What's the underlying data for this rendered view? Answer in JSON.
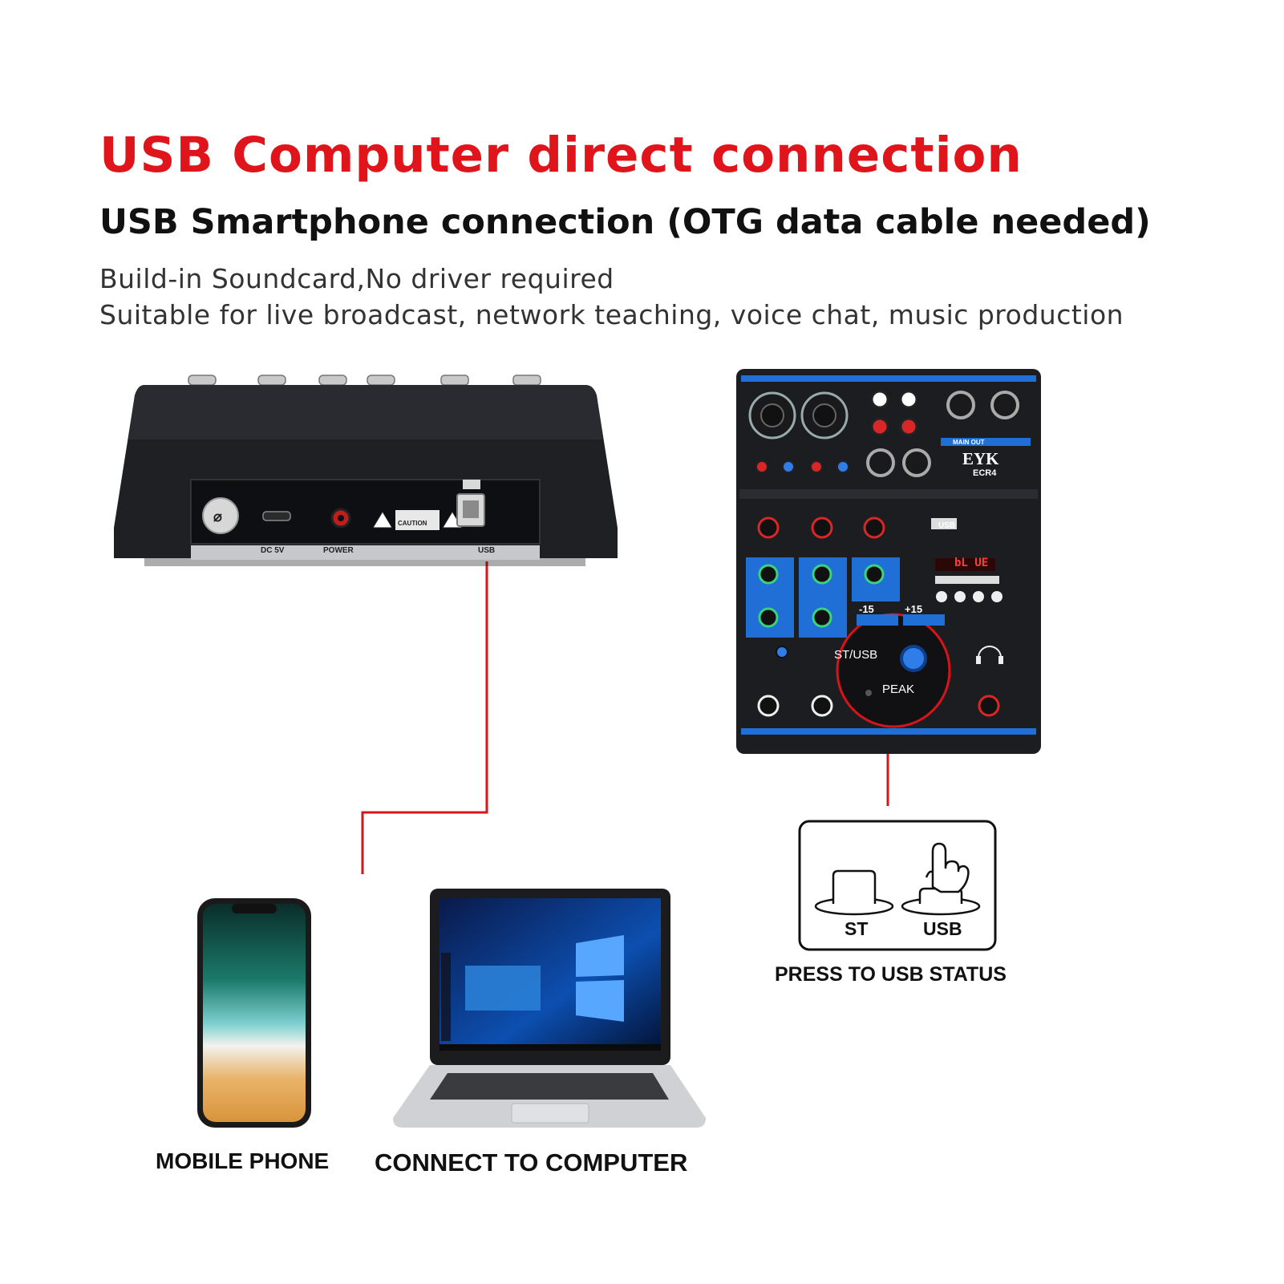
{
  "colors": {
    "accent": "#e0141b",
    "text": "#111111",
    "mixer_blue": "#1f6fd6",
    "device_black": "#1c1d20"
  },
  "header": {
    "title": "USB Computer direct connection",
    "subtitle": "USB Smartphone connection (OTG data cable needed)",
    "lines": [
      "Build-in Soundcard,No driver required",
      "Suitable for live broadcast, network teaching, voice chat, music production"
    ]
  },
  "rear_panel": {
    "ports": {
      "dc": "DC 5V",
      "power": "POWER",
      "usb": "USB",
      "caution": "CAUTION"
    }
  },
  "mixer": {
    "brand": "EYK",
    "model": "ECR4",
    "main_out": "MAIN OUT",
    "usb_label": "USB",
    "display": "bL UE",
    "zoom": {
      "minus": "-15",
      "plus": "+15",
      "button": "ST/USB",
      "led": "PEAK"
    }
  },
  "switch_diagram": {
    "left": "ST",
    "right": "USB",
    "caption": "PRESS TO USB STATUS"
  },
  "devices": {
    "phone": "MOBILE PHONE",
    "computer": "CONNECT TO COMPUTER"
  },
  "icons": [
    "usb-icon",
    "hand-press-icon",
    "headphones-icon",
    "warning-icon"
  ]
}
